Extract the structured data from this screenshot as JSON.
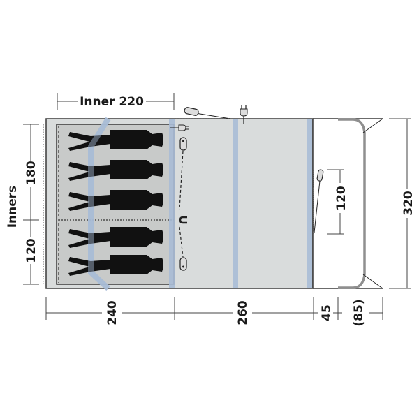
{
  "title": "Tent floor plan",
  "labels": {
    "inner_width": "Inner 220",
    "inners": "Inners",
    "inner_top_depth": "180",
    "inner_bottom_depth": "120",
    "porch_door_height": "120",
    "total_height": "320",
    "bottom": {
      "bedroom_length": "240",
      "living_length": "260",
      "porch_length": "45",
      "canopy_length": "(85)"
    }
  },
  "colors": {
    "floor": "#d9dcdc",
    "inner_tent": "#c8cac9",
    "pole": "#a9bcd6",
    "outline": "#3a3a3a",
    "canopy_pole": "#8f8f8f",
    "silhouette": "#111111"
  },
  "sleepers": {
    "count": 5
  },
  "icons": [
    "power-plug-icon",
    "electric-hook-up-icon",
    "light-pendant-icon",
    "magnet-icon",
    "cable-tidy-icon"
  ]
}
